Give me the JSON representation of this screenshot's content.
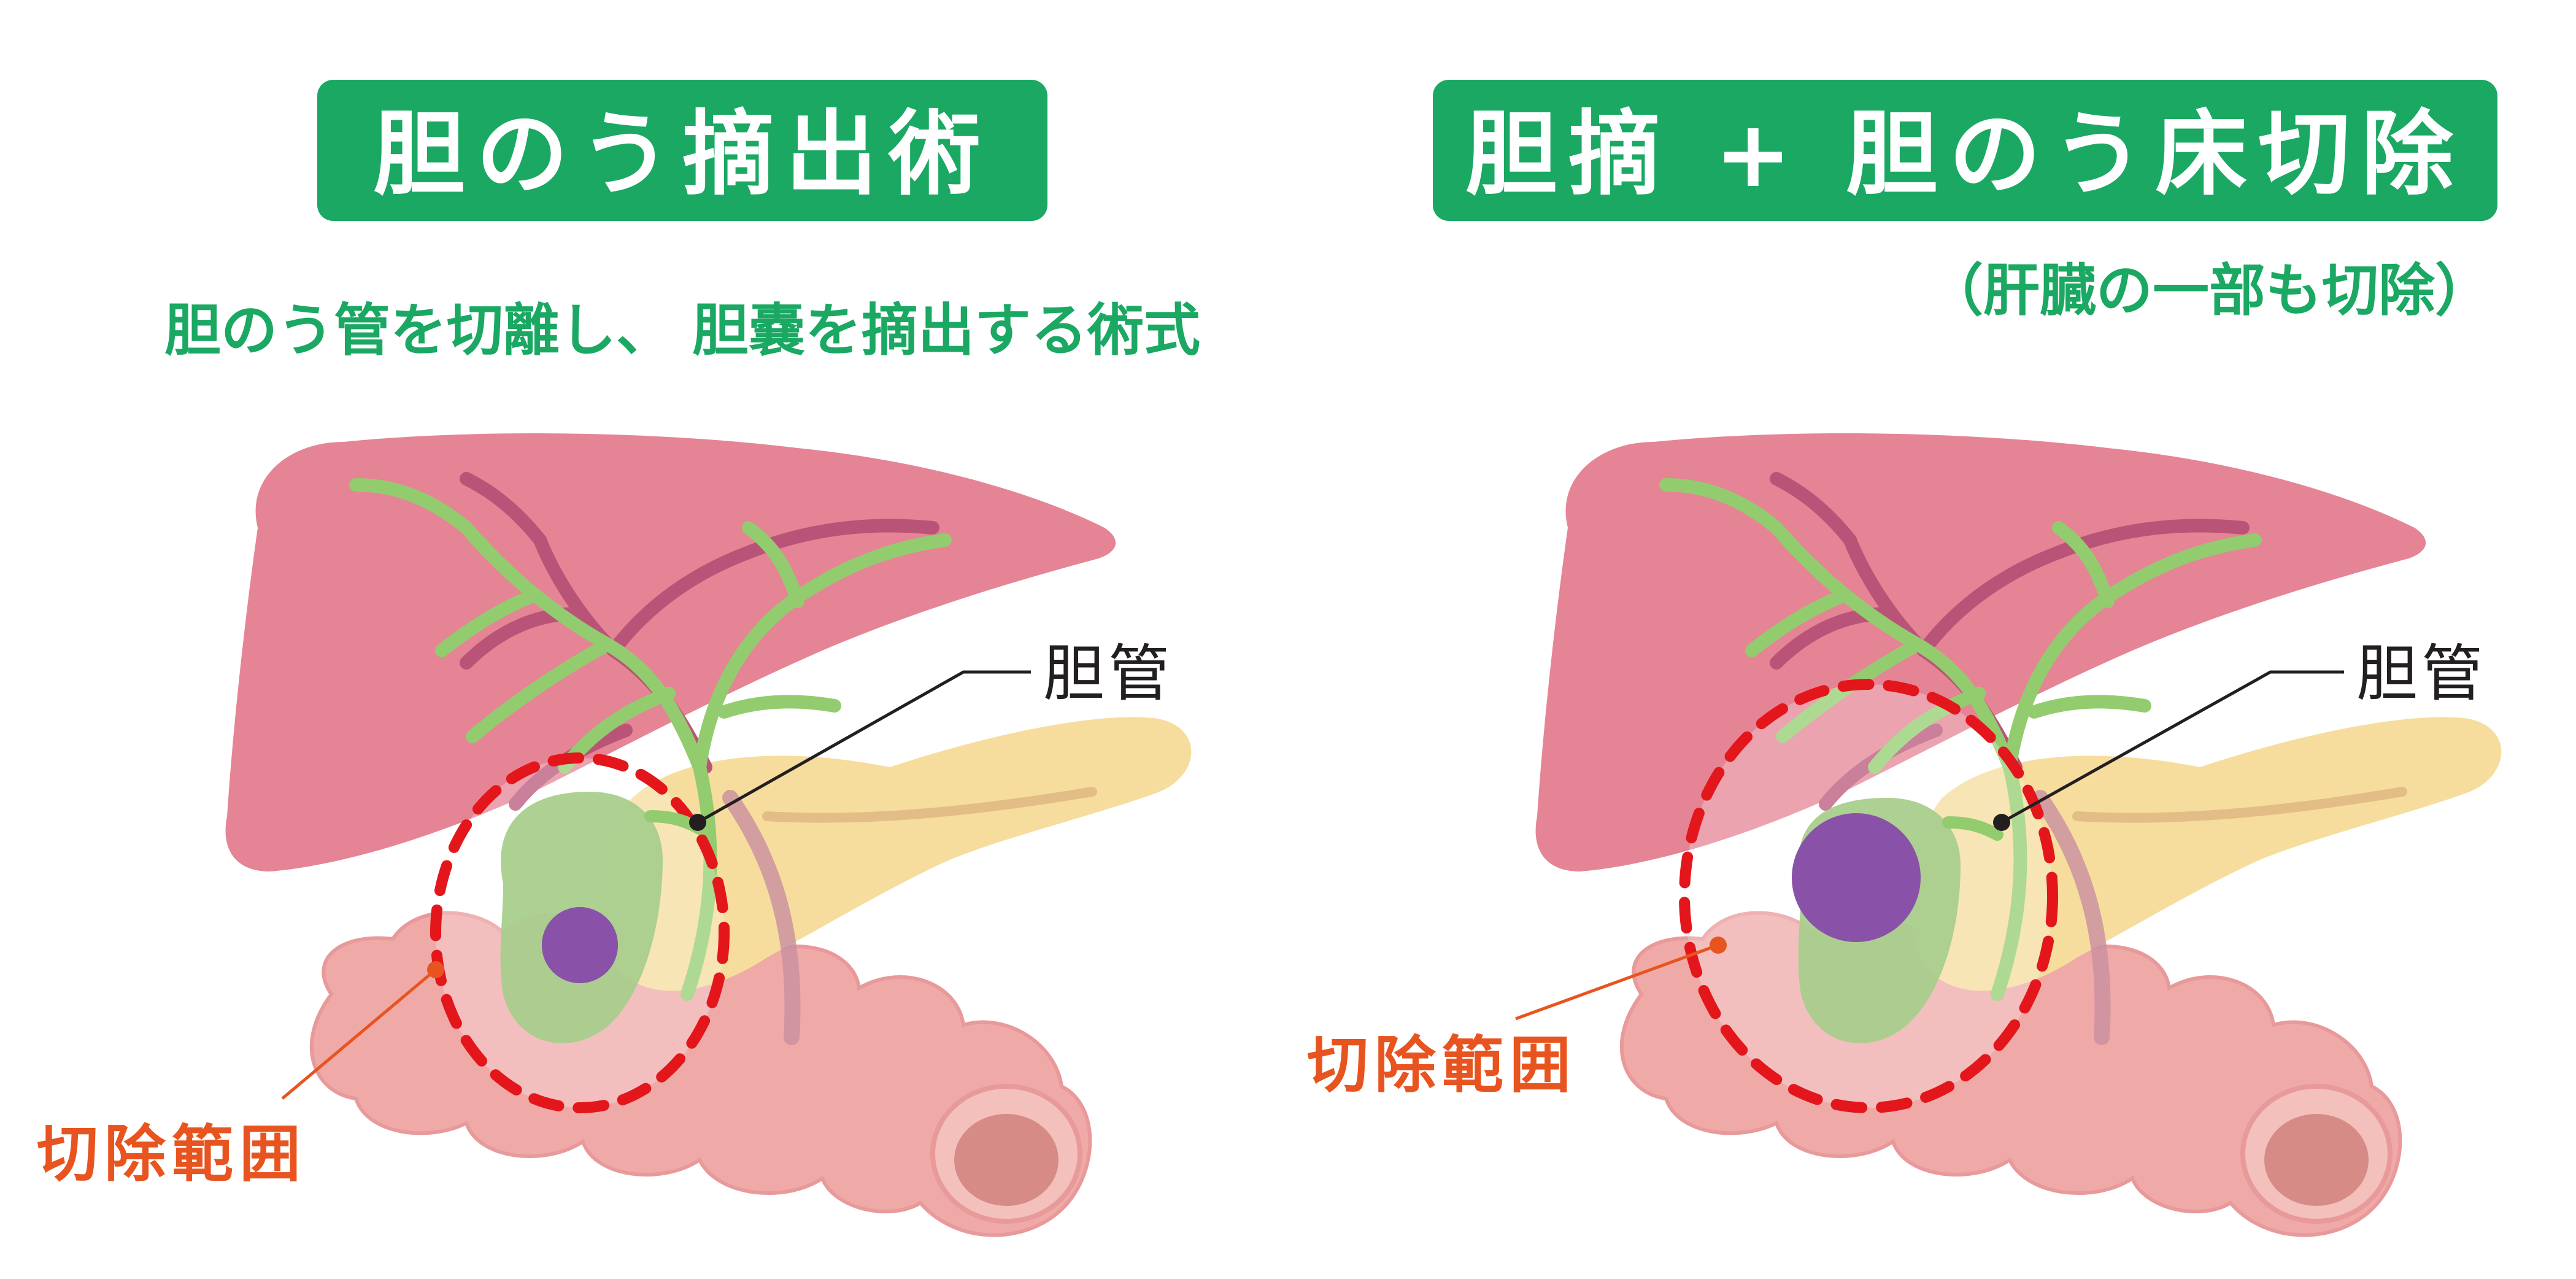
{
  "panels": [
    {
      "title": "胆のう摘出術",
      "subtitle": "胆のう管を切離し、 胆嚢を摘出する術式",
      "labels": {
        "bile_duct": "胆管",
        "resection_area": "切除範囲"
      }
    },
    {
      "title": "胆摘 + 胆のう床切除",
      "subtitle": "（肝臓の一部も切除）",
      "labels": {
        "bile_duct": "胆管",
        "resection_area": "切除範囲"
      }
    }
  ],
  "colors": {
    "title_bg": "#1aa863",
    "title_text": "#ffffff",
    "subtitle": "#1aa863",
    "liver": "#e58495",
    "liver_vessel": "#b95478",
    "bile_branch": "#93cc6e",
    "gallbladder": "#a9cd8d",
    "pancreas": "#f6dd9e",
    "duodenum": "#efaaa8",
    "tumor": "#8952a8",
    "resection_line": "#e3161b",
    "resection_label": "#e8541f",
    "leader_line": "#231f20"
  },
  "icons": {
    "organ": "liver-gallbladder-pancreas-illustration"
  }
}
